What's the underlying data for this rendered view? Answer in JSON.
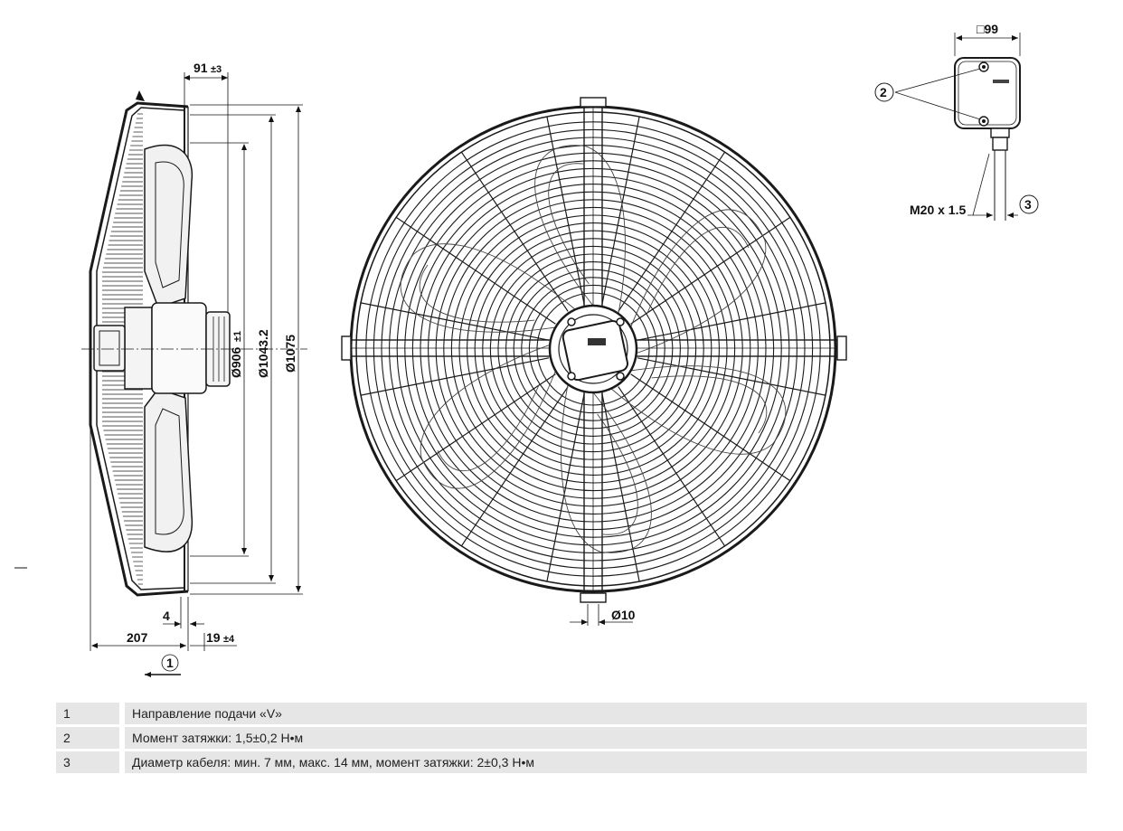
{
  "dimensions": {
    "d91": "91",
    "d91_tol": "±3",
    "d906": "Ø906",
    "d906_tol": "±1",
    "d1043": "Ø1043.2",
    "d1075": "Ø1075",
    "d4": "4",
    "d207": "207",
    "d19": "19",
    "d19_tol": "±4",
    "d10": "Ø10",
    "d99": "□99",
    "m20": "M20 x 1.5"
  },
  "callouts": {
    "c1": "1",
    "c2": "2",
    "c3": "3"
  },
  "legend": [
    {
      "num": "1",
      "text": "Направление подачи «V»"
    },
    {
      "num": "2",
      "text": "Момент затяжки: 1,5±0,2 Н•м"
    },
    {
      "num": "3",
      "text": "Диаметр кабеля: мин. 7 мм, макс. 14 мм, момент затяжки: 2±0,3 Н•м"
    }
  ],
  "colors": {
    "line": "#1a1a1a",
    "legend_bg": "#e6e6e6"
  }
}
